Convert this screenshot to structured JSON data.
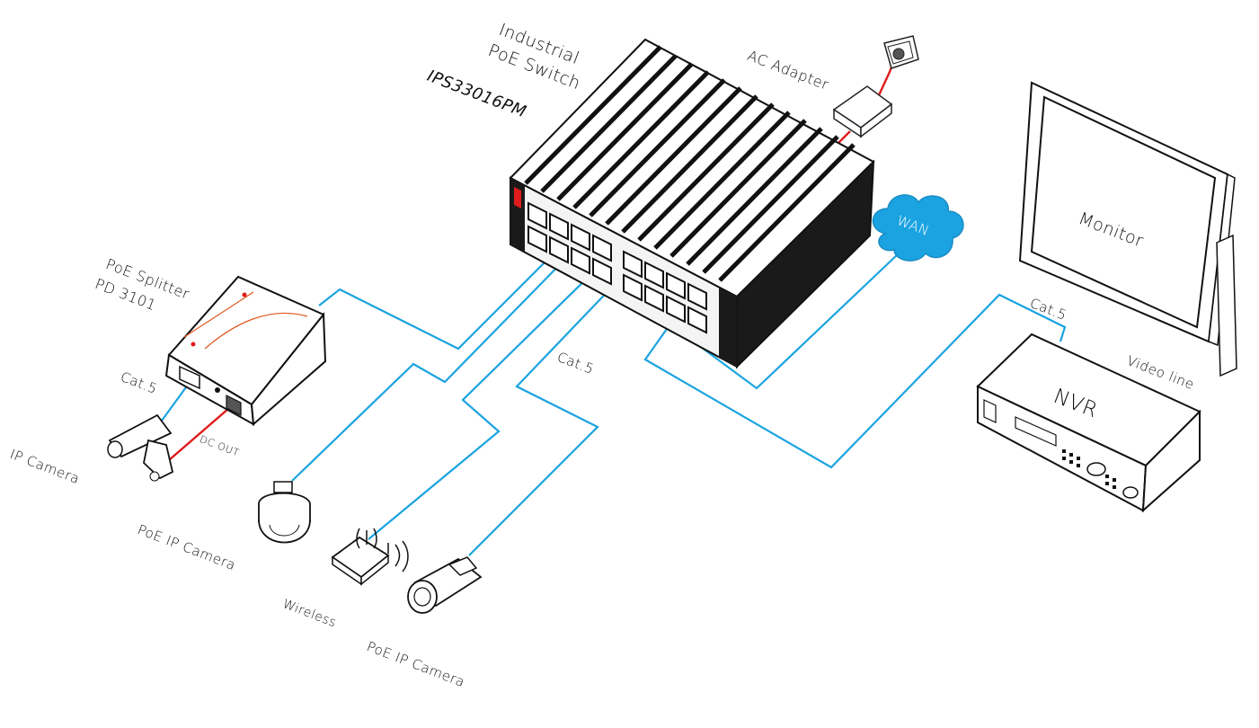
{
  "labels": {
    "switch_line1": "Industrial",
    "switch_line2": "PoE Switch",
    "switch_model": "IPS33016PM",
    "ac_adapter": "AC Adapter",
    "splitter_line1": "PoE Splitter",
    "splitter_line2": "PD 3101",
    "cat5_splitter": "Cat.5",
    "dc_out": "DC OUT",
    "ip_camera": "IP Camera",
    "poe_ip_camera_1": "PoE IP Camera",
    "wireless": "Wireless",
    "poe_ip_camera_2": "PoE IP Camera",
    "cat5_middle": "Cat.5",
    "wan": "WAN",
    "monitor": "Monitor",
    "cat5_nvr": "Cat.5",
    "video_line": "Video line",
    "nvr": "NVR"
  },
  "colors": {
    "cable": "#1aa3e0",
    "power_cable": "#e01b1b",
    "wan_cloud": "#1aa3e0",
    "device_fill": "#ffffff",
    "switch_dark": "#1a1a1a",
    "splitter_accent": "#e0561b"
  },
  "icons": [
    "industrial-switch-icon",
    "ac-adapter-icon",
    "wall-socket-icon",
    "wan-cloud-icon",
    "monitor-icon",
    "nvr-icon",
    "poe-splitter-icon",
    "ip-camera-icon",
    "dome-camera-icon",
    "wireless-ap-icon",
    "bullet-camera-icon"
  ]
}
